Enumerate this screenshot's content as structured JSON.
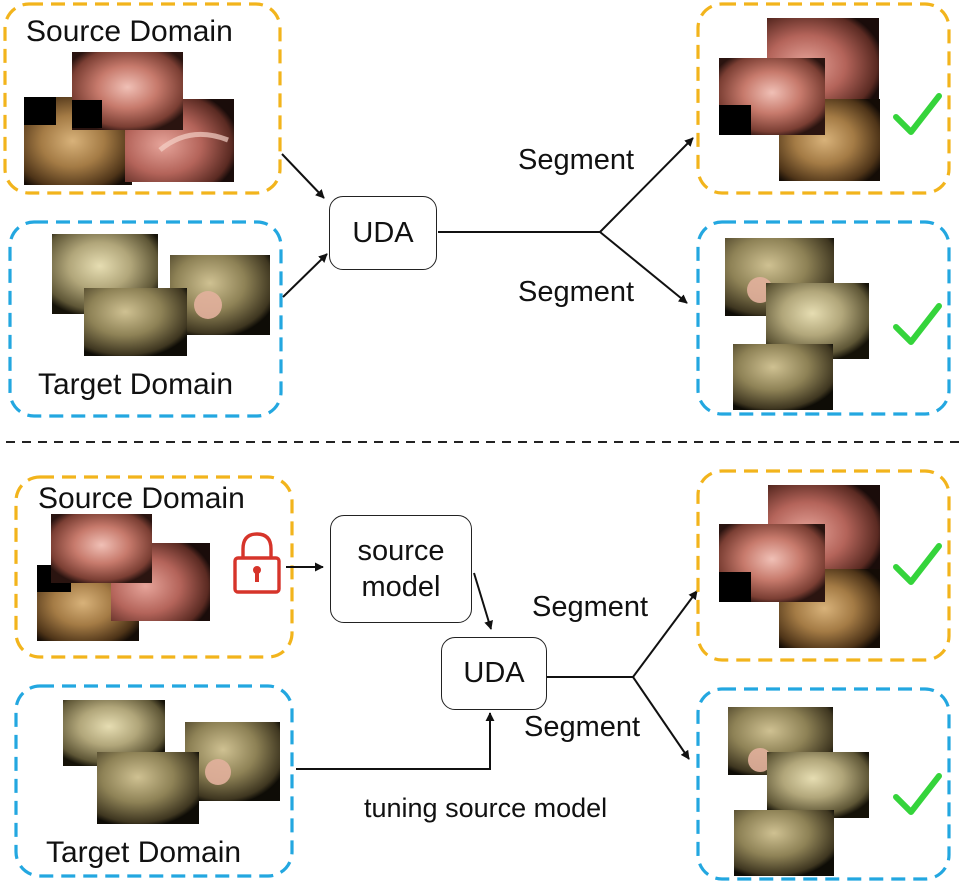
{
  "top": {
    "source_label": "Source Domain",
    "target_label": "Target Domain",
    "uda_label": "UDA",
    "segment_upper": "Segment",
    "segment_lower": "Segment"
  },
  "bottom": {
    "source_label": "Source Domain",
    "target_label": "Target Domain",
    "source_model_label": "source\nmodel",
    "uda_label": "UDA",
    "segment_upper": "Segment",
    "segment_lower": "Segment",
    "tuning_label": "tuning source model"
  },
  "colors": {
    "source_border": "#f2b41c",
    "target_border": "#23a7e0",
    "check": "#35d43b",
    "lock": "#d6342a",
    "divider": "#222222"
  },
  "icons": {
    "lock": "lock-icon",
    "check": "checkmark-icon"
  }
}
